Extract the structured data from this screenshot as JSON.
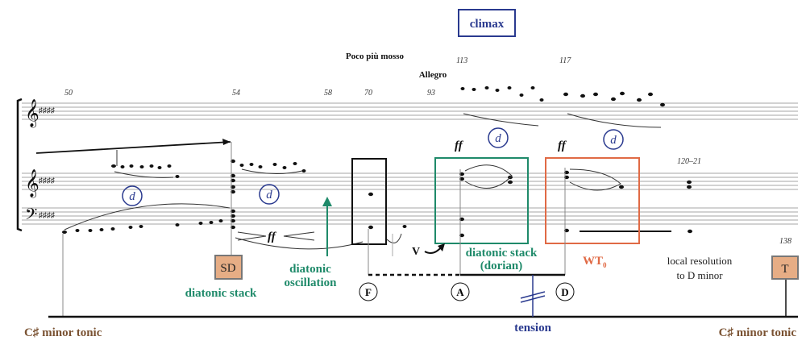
{
  "header": {
    "climax_label": "climax",
    "tempo_1": "Poco più mosso",
    "tempo_2": "Allegro"
  },
  "measures": [
    "50",
    "54",
    "58",
    "70",
    "93",
    "113",
    "117",
    "120–21",
    "138"
  ],
  "dynamics": {
    "ff": "ff"
  },
  "motif_label": "d",
  "clefs": {
    "treble": "𝄞",
    "bass": "𝄢",
    "key_sig": "♯♯♯♯"
  },
  "labels": {
    "sd": "SD",
    "t": "T",
    "diatonic_stack": "diatonic stack",
    "diatonic_oscillation_1": "diatonic",
    "diatonic_oscillation_2": "oscillation",
    "dorian_1": "diatonic stack",
    "dorian_2": "(dorian)",
    "wt": "WT",
    "wt_sub": "0",
    "v": "V",
    "local_1": "local resolution",
    "local_2": "to D minor",
    "tension": "tension",
    "tonic_left": "C♯ minor tonic",
    "tonic_right": "C♯ minor tonic"
  },
  "circled": [
    "F",
    "A",
    "D"
  ],
  "colors": {
    "green": "#1f8a6a",
    "orange": "#e06a45",
    "blue": "#2a3a8f",
    "brown": "#7a5232",
    "box_fill": "#e6ad85"
  }
}
